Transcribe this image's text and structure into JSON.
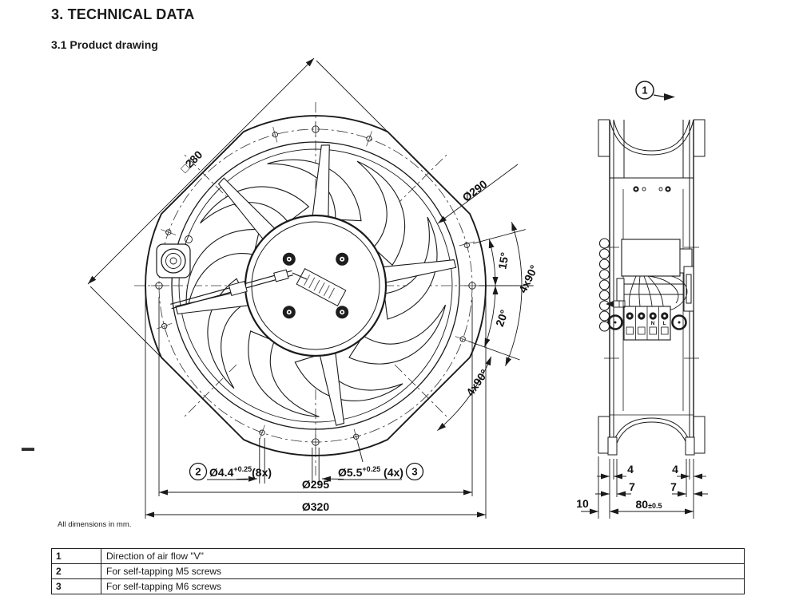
{
  "page": {
    "title": "3. TECHNICAL DATA",
    "subtitle": "3.1 Product drawing",
    "dimensions_note": "All dimensions in mm."
  },
  "front_view": {
    "square_dim": "□280",
    "impeller_dim": "Ø290",
    "angle_15": "15°",
    "angle_20": "20°",
    "angle_4x90_right": "4x90°",
    "angle_4x90_bottom": "4x90°",
    "callout_2": "2",
    "hole_small_dia": "Ø4.4",
    "hole_small_tol": "+0.25",
    "hole_small_qty": "(8x)",
    "hole_large_dia": "Ø5.5",
    "hole_large_tol": "+0.25",
    "hole_large_qty": "(4x)",
    "callout_3": "3",
    "bolt_circle_dim": "Ø295",
    "outer_dim": "Ø320"
  },
  "side_view": {
    "callout_1": "1",
    "dim_4_left": "4",
    "dim_4_right": "4",
    "dim_7_left": "7",
    "dim_7_right": "7",
    "dim_10": "10",
    "dim_80": "80",
    "dim_80_tol": "±0.5",
    "terminal_labels": {
      "n": "N",
      "l": "L"
    }
  },
  "legend_table": {
    "rows": [
      {
        "num": "1",
        "desc": "Direction of air flow \"V\""
      },
      {
        "num": "2",
        "desc": "For self-tapping M5 screws"
      },
      {
        "num": "3",
        "desc": "For self-tapping M6 screws"
      }
    ]
  }
}
